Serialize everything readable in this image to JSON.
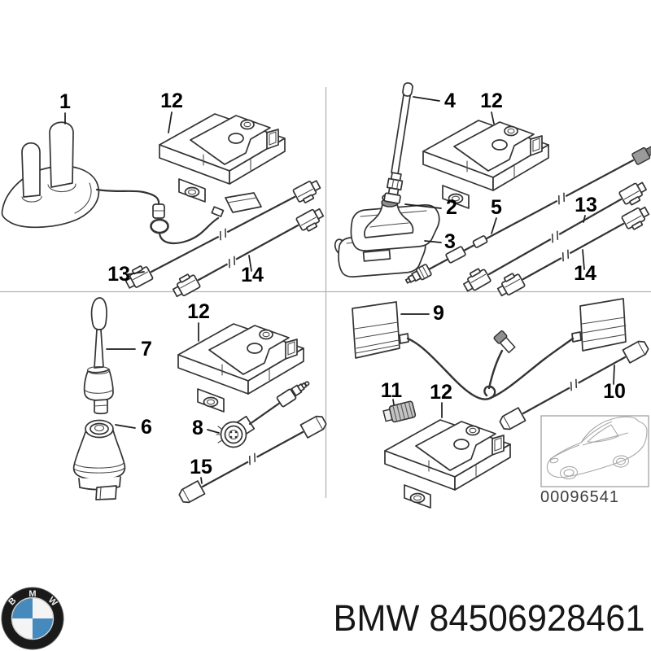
{
  "diagram": {
    "callouts": [
      {
        "text": "1"
      },
      {
        "text": "12"
      },
      {
        "text": "13"
      },
      {
        "text": "14"
      },
      {
        "text": "4"
      },
      {
        "text": "12"
      },
      {
        "text": "2"
      },
      {
        "text": "5"
      },
      {
        "text": "13"
      },
      {
        "text": "3"
      },
      {
        "text": "14"
      },
      {
        "text": "7"
      },
      {
        "text": "12"
      },
      {
        "text": "6"
      },
      {
        "text": "8"
      },
      {
        "text": "15"
      },
      {
        "text": "9"
      },
      {
        "text": "11"
      },
      {
        "text": "12"
      },
      {
        "text": "10"
      }
    ],
    "car_inset": {
      "code": "00096541"
    }
  },
  "footer": {
    "logo_letters": [
      "B",
      "M",
      "W"
    ],
    "part_text": "BMW 84506928461"
  },
  "colors": {
    "line": "#333333",
    "divider": "#b3b3b3",
    "label": "#000000",
    "roundel_blue": "#4589bd",
    "roundel_black": "#1a1a1a",
    "metal_gray": "#c4c4c4"
  }
}
